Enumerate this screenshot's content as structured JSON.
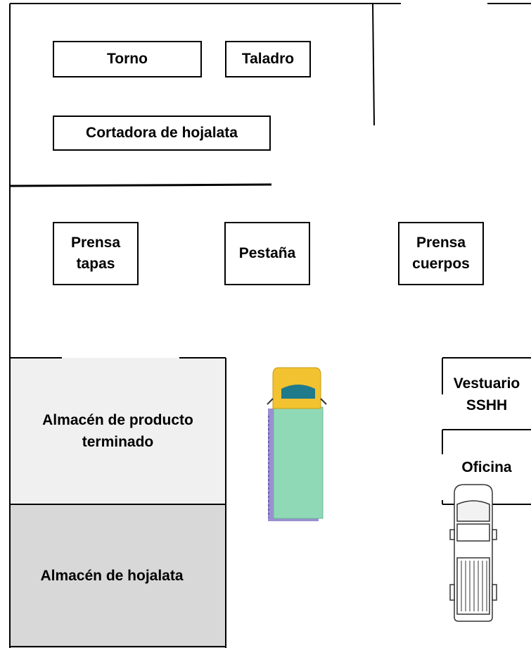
{
  "machines": {
    "torno": "Torno",
    "taladro": "Taladro",
    "cortadora": "Cortadora de hojalata",
    "prensa_tapas": [
      "Prensa",
      "tapas"
    ],
    "pestana": "Pestaña",
    "prensa_cuerpos": [
      "Prensa",
      "cuerpos"
    ]
  },
  "rooms": {
    "almacen_producto": [
      "Almacén de producto",
      "terminado"
    ],
    "almacen_hojalata": "Almacén de hojalata",
    "vestuario": [
      "Vestuario",
      "SSHH"
    ],
    "oficina": "Oficina"
  },
  "colors": {
    "warehouse_finished": "#f0f0f0",
    "warehouse_tinplate": "#d8d8d8",
    "truck_cab": "#f2c230",
    "truck_windshield": "#1f7a8c",
    "truck_cargo": "#8fd9b6",
    "truck_cargo_shadow": "#9a8fd0"
  },
  "icons": [
    "cargo-truck-icon",
    "pickup-truck-icon"
  ]
}
